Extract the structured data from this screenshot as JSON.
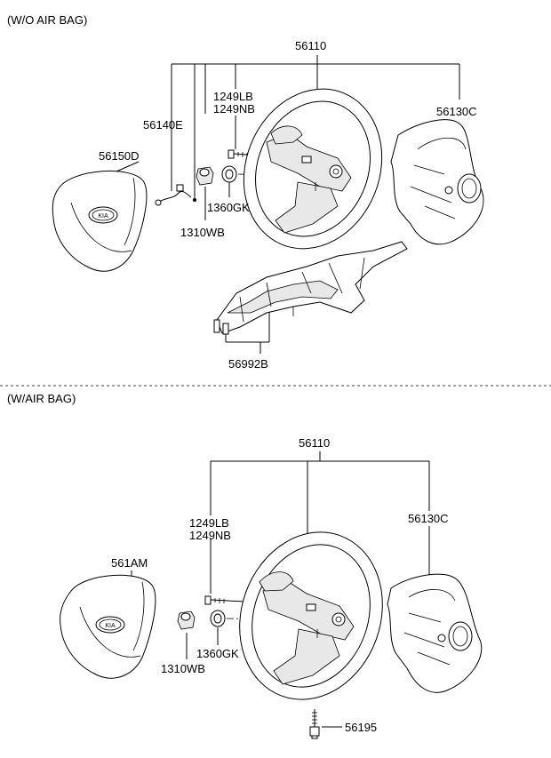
{
  "sections": [
    {
      "header": "(W/O AIR BAG)",
      "labels": {
        "wheel": "56110",
        "bolt_a": "1249LB",
        "bolt_b": "1249NB",
        "harness": "56140E",
        "cover": "56130C",
        "pad": "56150D",
        "washer": "1360GK",
        "nut": "1310WB",
        "bracket": "56992B"
      },
      "logo": "KIA"
    },
    {
      "header": "(W/AIR BAG)",
      "labels": {
        "wheel": "56110",
        "bolt_a": "1249LB",
        "bolt_b": "1249NB",
        "cover": "56130C",
        "pad": "561AM",
        "washer": "1360GK",
        "nut": "1310WB",
        "screw": "56195"
      },
      "logo": "KIA"
    }
  ],
  "colors": {
    "ink": "#000000",
    "background": "#ffffff",
    "shade": "#e8e8e8"
  }
}
